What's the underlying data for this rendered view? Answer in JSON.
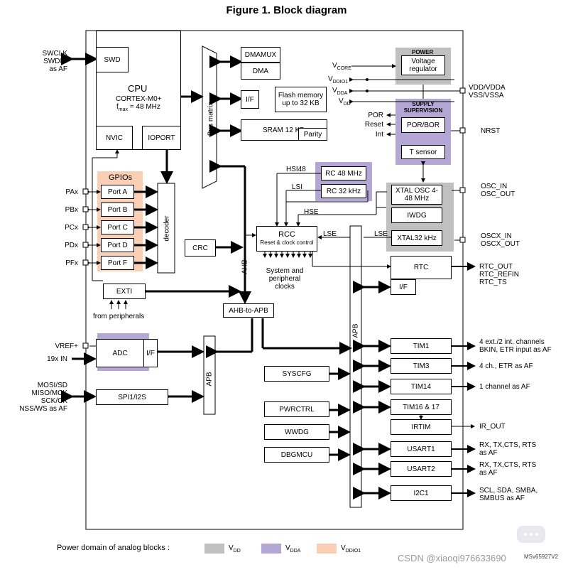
{
  "title": "Figure 1. Block diagram",
  "colors": {
    "vdd": "#c0c0c0",
    "vdda": "#b4a7d6",
    "vddio1": "#fbcfb4"
  },
  "blocks": {
    "swd": "SWD",
    "cpu": "CPU",
    "cortex": "CORTEX-M0+",
    "fmax": "f",
    "fmax_sub": "max",
    "fmax_val": " = 48 MHz",
    "nvic": "NVIC",
    "ioport": "IOPORT",
    "bus_matrix": "Bus matrix",
    "dmamux": "DMAMUX",
    "dma": "DMA",
    "if_flash": "I/F",
    "flash": "Flash memory up to 32 KB",
    "sram": "SRAM 12 KB",
    "parity": "Parity",
    "power": "POWER",
    "voltage_reg": "Voltage regulator",
    "supply_sup": "SUPPLY SUPERVISION",
    "por_bor": "POR/BOR",
    "t_sensor": "T sensor",
    "gpios": "GPIOs",
    "ports": [
      "Port A",
      "Port B",
      "Port C",
      "Port D",
      "Port F"
    ],
    "decoder": "decoder",
    "crc": "CRC",
    "rc48": "RC 48 MHz",
    "rc32": "RC 32 kHz",
    "rcc": "RCC",
    "rcc_sub": "Reset & clock control",
    "xtal_osc": "XTAL OSC 4-48 MHz",
    "iwdg": "IWDG",
    "xtal32": "XTAL32 kHz",
    "rtc": "RTC",
    "rtc_if": "I/F",
    "exti": "EXTI",
    "ahb_to_apb": "AHB-to-APB",
    "ahb": "AHB",
    "adc": "ADC",
    "adc_if": "I/F",
    "apb_left": "APB",
    "apb_right": "APB",
    "spi": "SPI1/I2S",
    "syscfg": "SYSCFG",
    "pwrctrl": "PWRCTRL",
    "wwdg": "WWDG",
    "dbgmcu": "DBGMCU",
    "tim1": "TIM1",
    "tim3": "TIM3",
    "tim14": "TIM14",
    "tim1617": "TIM16 & 17",
    "irtim": "IRTIM",
    "usart1": "USART1",
    "usart2": "USART2",
    "i2c1": "I2C1"
  },
  "labels": {
    "swclk": "SWCLK",
    "swdio": "SWDIO",
    "as_af": "as AF",
    "vcore": "V",
    "vcore_sub": "CORE",
    "vddio1": "V",
    "vddio1_sub": "DDIO1",
    "vdda": "V",
    "vdda_sub": "DDA",
    "vdd": "V",
    "vdd_sub": "DD",
    "vdd_vdda": "VDD/VDDA",
    "vss_vssa": "VSS/VSSA",
    "por": "POR",
    "reset": "Reset",
    "int": "Int",
    "nrst": "NRST",
    "hsi48": "HSI48",
    "lsi": "LSI",
    "hse": "HSE",
    "lse1": "LSE",
    "lse2": "LSE",
    "osc_in": "OSC_IN",
    "osc_out": "OSC_OUT",
    "osc32_in": "OSCX_IN",
    "osc32_out": "OSCX_OUT",
    "pins": [
      "PAx",
      "PBx",
      "PCx",
      "PDx",
      "PFx"
    ],
    "sys_clocks": "System and peripheral clocks",
    "rtc_out": "RTC_OUT",
    "rtc_refin": "RTC_REFIN",
    "rtc_ts": "RTC_TS",
    "from_periph": "from peripherals",
    "vref": "VREF+",
    "in19": "19x IN",
    "mosi": "MOSI/SD",
    "miso": "MISO/MCK",
    "sck": "SCK/CK",
    "nss": "NSS/WS as AF",
    "tim1_io1": "4 ext./2 int. channels",
    "tim1_io2": "BKIN, ETR input as AF",
    "tim3_io": "4 ch., ETR as AF",
    "tim14_io": "1 channel as AF",
    "ir_out": "IR_OUT",
    "usart1_io1": "RX, TX,CTS, RTS",
    "usart1_io2": "as AF",
    "usart2_io1": "RX, TX,CTS, RTS",
    "usart2_io2": "as AF",
    "i2c_io1": "SCL, SDA, SMBA,",
    "i2c_io2": "SMBUS as AF",
    "ref": "MSv65927V2"
  },
  "legend": {
    "label": "Power domain of analog blocks :",
    "vdd": "V",
    "vdd_sub": "DD",
    "vdda": "V",
    "vdda_sub": "DDA",
    "vddio1": "V",
    "vddio1_sub": "DDIO1"
  },
  "watermark": "CSDN @xiaoqi976633690"
}
